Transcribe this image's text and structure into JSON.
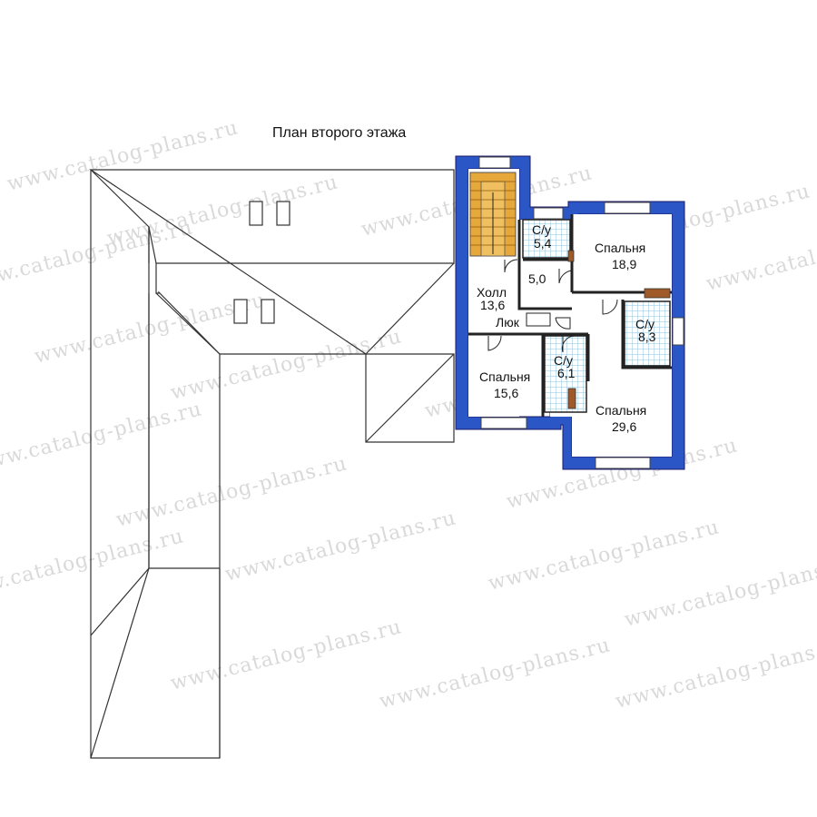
{
  "title": "План второго этажа",
  "watermark": "www.catalog-plans.ru",
  "colors": {
    "wall": "#2a56c6",
    "wall_outline": "#1a1a6a",
    "stair": "#e6a83a",
    "tile": "#9ad0e8",
    "roof_line": "#333333",
    "watermark": "#d9d9d9"
  },
  "rooms": {
    "bath1": {
      "name": "С/у",
      "area": "5,4"
    },
    "bedroom1": {
      "name": "Спальня",
      "area": "18,9"
    },
    "closet": {
      "area": "5,0"
    },
    "hall": {
      "name": "Холл",
      "area": "13,6"
    },
    "hatch": {
      "name": "Люк"
    },
    "bath2": {
      "name": "С/у",
      "area": "8,3"
    },
    "bath3": {
      "name": "С/у",
      "area": "6,1"
    },
    "bedroom2": {
      "name": "Спальня",
      "area": "15,6"
    },
    "bedroom3": {
      "name": "Спальня",
      "area": "29,6"
    }
  }
}
